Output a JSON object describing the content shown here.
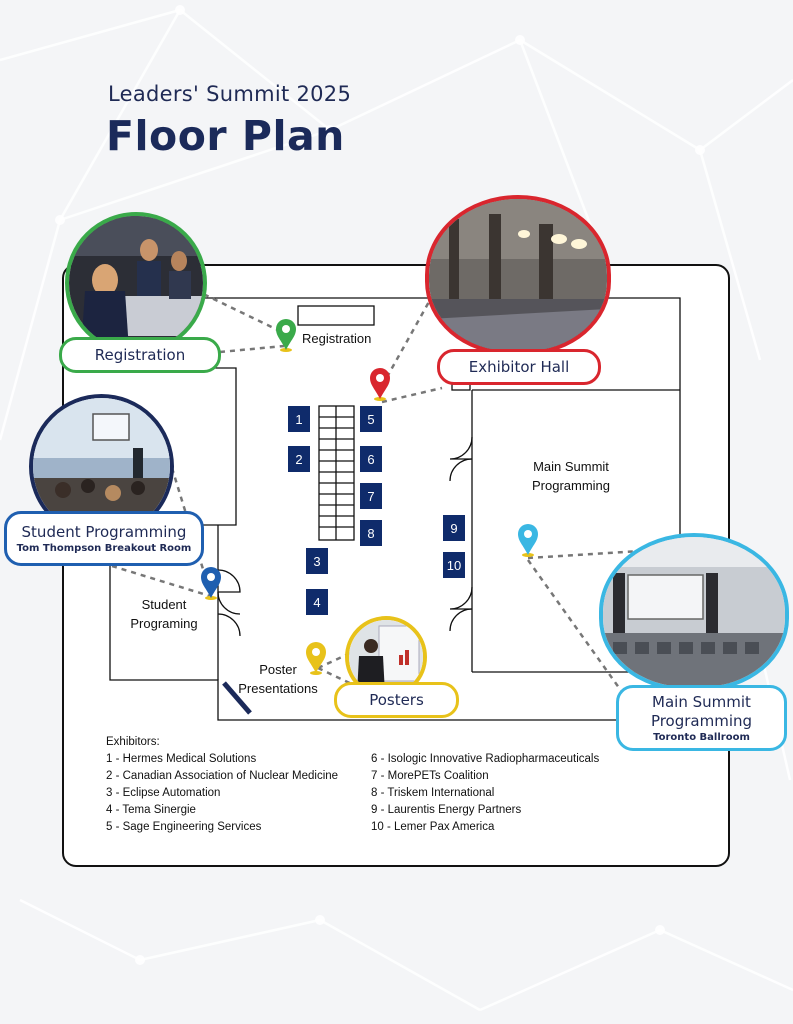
{
  "header": {
    "subtitle": "Leaders' Summit 2025",
    "title": "Floor Plan"
  },
  "rooms": {
    "registration": "Registration",
    "main_summit": [
      "Main Summit",
      "Programming"
    ],
    "student": [
      "Student",
      "Programing"
    ],
    "poster": [
      "Poster",
      "Presentations"
    ]
  },
  "booths": [
    "1",
    "2",
    "3",
    "4",
    "5",
    "6",
    "7",
    "8",
    "9",
    "10"
  ],
  "callouts": {
    "registration": {
      "title": "Registration",
      "color": "#3aaa4a"
    },
    "exhibitor": {
      "title": "Exhibitor Hall",
      "color": "#d9262e"
    },
    "student": {
      "title": "Student Programming",
      "sub": "Tom Thompson Breakout Room",
      "color": "#1f5fb0"
    },
    "posters": {
      "title": "Posters",
      "color": "#e8c21a"
    },
    "main": {
      "title": "Main Summit Programming",
      "sub": "Toronto Ballroom",
      "color": "#3ab7e3"
    }
  },
  "legend": {
    "heading": "Exhibitors:",
    "left": [
      "1 - Hermes Medical Solutions",
      "2 - Canadian Association of Nuclear Medicine",
      "3 - Eclipse Automation",
      "4 - Tema Sinergie",
      "5 - Sage Engineering Services"
    ],
    "right": [
      "6 - Isologic Innovative Radiopharmaceuticals",
      "7 - MorePETs Coalition",
      "8 - Triskem International",
      "9 - Laurentis Energy Partners",
      "10 - Lemer Pax America"
    ]
  },
  "colors": {
    "navy": "#1b2a5a",
    "booth": "#0f2b6b"
  }
}
